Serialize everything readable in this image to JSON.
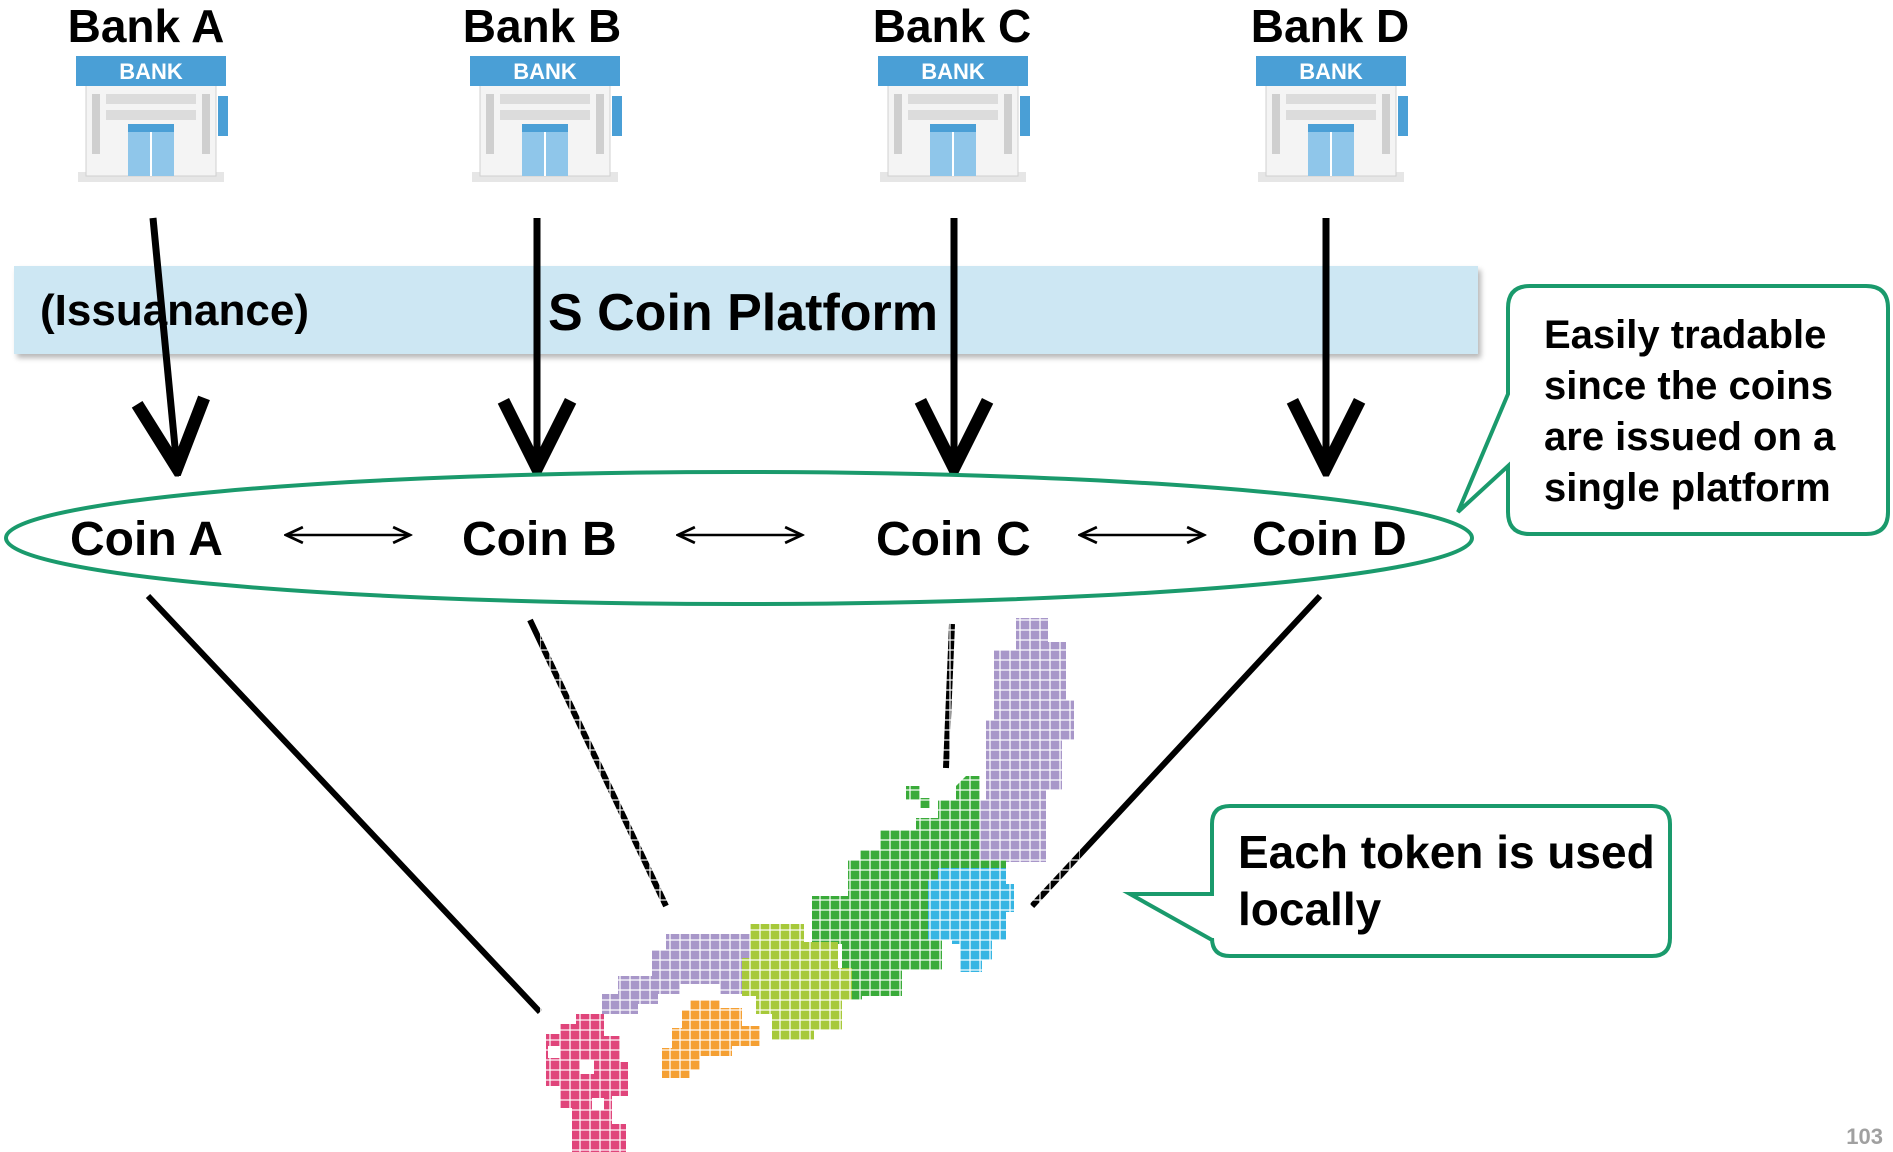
{
  "banks": [
    {
      "label": "Bank A",
      "sign": "BANK"
    },
    {
      "label": "Bank B",
      "sign": "BANK"
    },
    {
      "label": "Bank C",
      "sign": "BANK"
    },
    {
      "label": "Bank D",
      "sign": "BANK"
    }
  ],
  "platform": {
    "note": "(Issuanance)",
    "title": "S Coin Platform"
  },
  "coins": [
    "Coin A",
    "Coin B",
    "Coin C",
    "Coin D"
  ],
  "callouts": {
    "platform": "Easily tradable since the coins are issued on a single platform",
    "local": "Each token is used locally"
  },
  "map": {
    "region_colors": {
      "kyushu": "#e0457b",
      "shikoku": "#f5a033",
      "chugoku": "#a897c9",
      "kinki": "#a7c93a",
      "chubu": "#3aab3a",
      "kanto": "#36b5e3",
      "tohoku": "#a897c9"
    }
  },
  "colors": {
    "platform_fill": "#cde7f3",
    "ellipse_stroke": "#1a9a6c",
    "callout_stroke": "#1a9a6c"
  },
  "page_number": "103"
}
